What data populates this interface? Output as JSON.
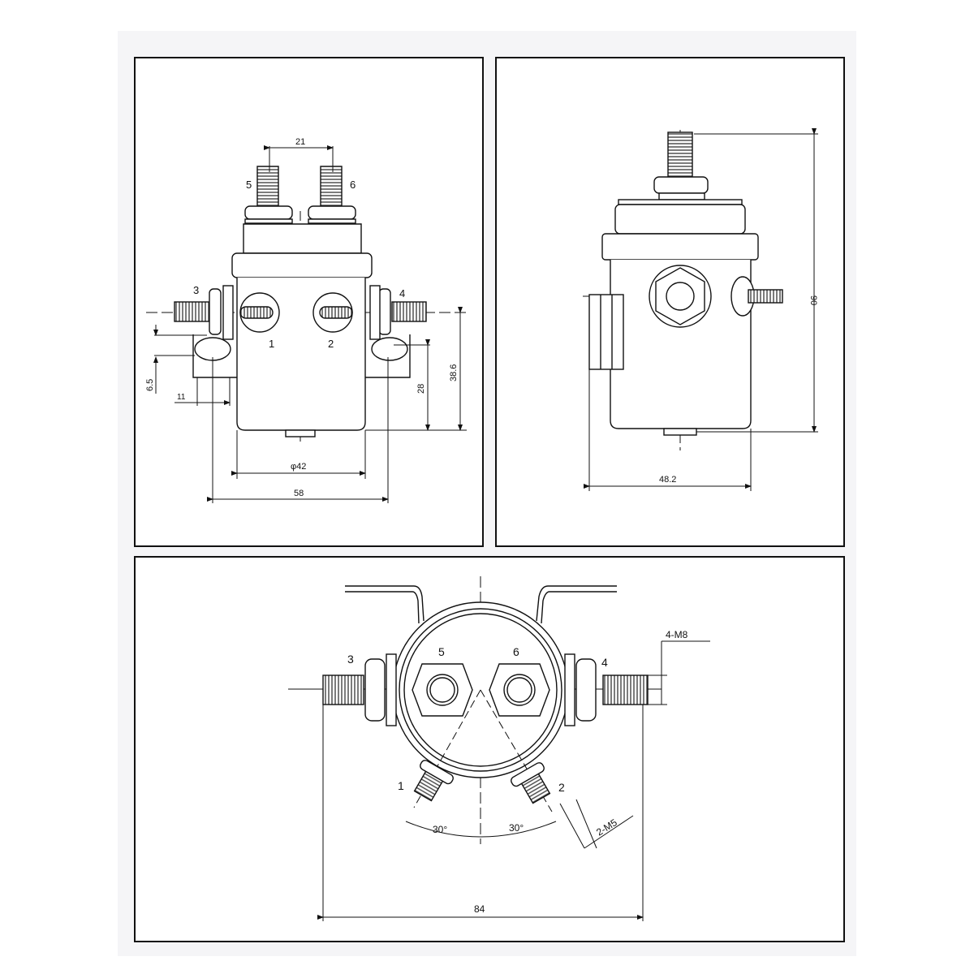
{
  "drawing": {
    "subject": "Solenoid relay dimension drawing",
    "views": [
      {
        "id": "front-view",
        "labels": {
          "terminal_5": "5",
          "terminal_6": "6",
          "terminal_3": "3",
          "terminal_4": "4",
          "terminal_1": "1",
          "terminal_2": "2"
        },
        "dimensions": {
          "stud_spacing": "21",
          "left_offset": "6.5",
          "bracket_width": "11",
          "height_28": "28",
          "height_38": "38.6",
          "body_diameter": "φ42",
          "mount_width": "58"
        }
      },
      {
        "id": "side-view",
        "dimensions": {
          "total_height": "90",
          "width": "48.2"
        }
      },
      {
        "id": "top-view",
        "labels": {
          "terminal_3": "3",
          "terminal_4": "4",
          "terminal_5": "5",
          "terminal_6": "6",
          "terminal_1": "1",
          "terminal_2": "2"
        },
        "dimensions": {
          "main_thread": "4-M8",
          "small_thread": "2-M5",
          "angle_left": "30°",
          "angle_right": "30°",
          "overall_width": "84"
        }
      }
    ]
  }
}
